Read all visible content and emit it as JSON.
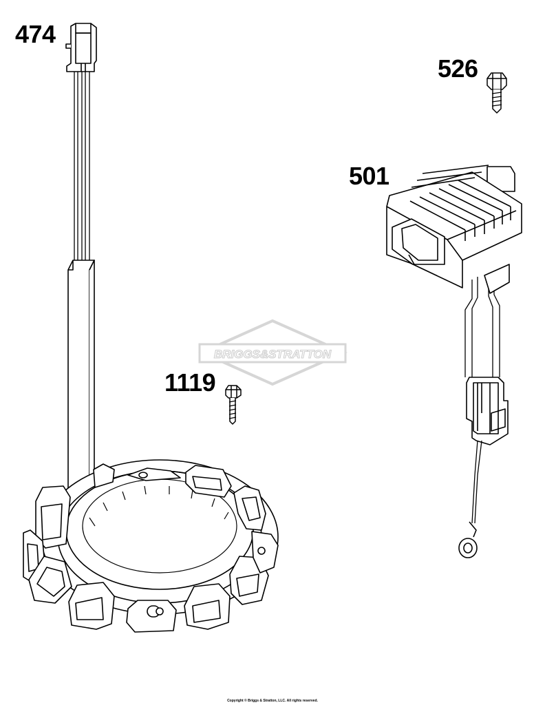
{
  "parts": [
    {
      "number": "474",
      "component": "stator-wire-harness"
    },
    {
      "number": "526",
      "component": "screw"
    },
    {
      "number": "501",
      "component": "regulator-rectifier"
    },
    {
      "number": "1119",
      "component": "screw"
    }
  ],
  "watermark": {
    "text": "BRIGGS&STRATTON",
    "color": "#d6d6d6"
  },
  "copyright": "Copyright © Briggs & Stratton, LLC. All rights reserved.",
  "colors": {
    "line": "#000000",
    "background": "#ffffff"
  }
}
